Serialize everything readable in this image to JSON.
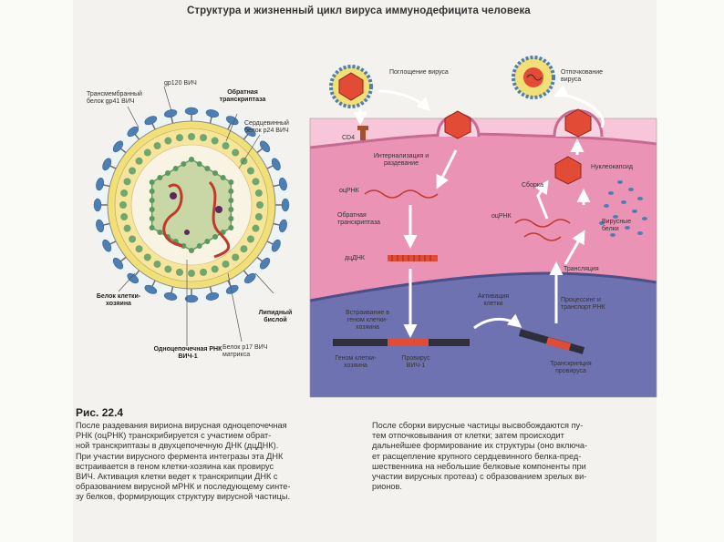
{
  "title": "Структура и жизненный цикл вируса иммунодефицита человека",
  "virion_labels": {
    "gp120": "gp120 ВИЧ",
    "gp41": "Трансмембранный белок gp41 ВИЧ",
    "reverse_transcriptase": "Обратная транскриптаза",
    "core_protein": "Сердцевинный белок p24 ВИЧ",
    "host_protein": "Белок клетки-хозяина",
    "lipid_bilayer": "Липидный бислой",
    "matrix_protein": "Белок p17 ВИЧ матрикса",
    "rna": "Одноцепочечная РНК ВИЧ-1"
  },
  "cycle_labels": {
    "absorption": "Поглощение вируса",
    "cd4": "CD4",
    "budding": "Отпочкование вируса",
    "integration": "Интернализация и раздевание",
    "ssRNA": "оцРНК",
    "rev_transcriptase": "Обратная транскриптаза",
    "dsDNA": "дцДНК",
    "assembly": "Сборка",
    "nucleocapsid": "Нуклеокапсид",
    "ssRNA_right": "оцРНК",
    "viral_proteins": "Вирусные белки",
    "translation": "Трансляция",
    "insertion": "Встраивание в геном клетки-хозяина",
    "activation": "Активация клетки",
    "processing": "Процессинг и транспорт РНК",
    "host_dna": "Геном клетки-хозяина",
    "provirus": "Провирус ВИЧ-1",
    "transcription": "Транскрипция провируса"
  },
  "figure_label": "Рис. 22.4",
  "caption_left": [
    "После раздевания вириона вирусная одноцепочечная",
    "РНК (оцРНК) транскрибируется с участием обрат-",
    "ной транскриптазы в двухцепочечную ДНК (дцДНК).",
    "При участии вирусного фермента интегразы эта ДНК",
    "встраивается в геном клетки-хозяина как провирус",
    "ВИЧ. Активация клетки ведет к транскрипции ДНК с",
    "образованием вирусной мРНК и последующему синте-",
    "зу белков, формирующих структуру вирусной частицы."
  ],
  "caption_right": [
    "После сборки вирусные частицы высвобождаются пу-",
    "тем отпочковывания от клетки; затем происходит",
    "дальнейшее формирование их структуры (оно включа-",
    "ет расщепление крупного сердцевинного белка-пред-",
    "шественника на небольшие белковые компоненты при",
    "участии вирусных протеаз) с образованием зрелых ви-",
    "рионов."
  ],
  "colors": {
    "cytoplasm": "#eb93b5",
    "nucleus": "#6f72b0",
    "membrane_outer": "#f6c9da",
    "virion_yellow": "#f3dd76",
    "glycoprotein": "#4d7fb4",
    "capsid_green": "#6ea870",
    "rna_red": "#c0392b"
  }
}
